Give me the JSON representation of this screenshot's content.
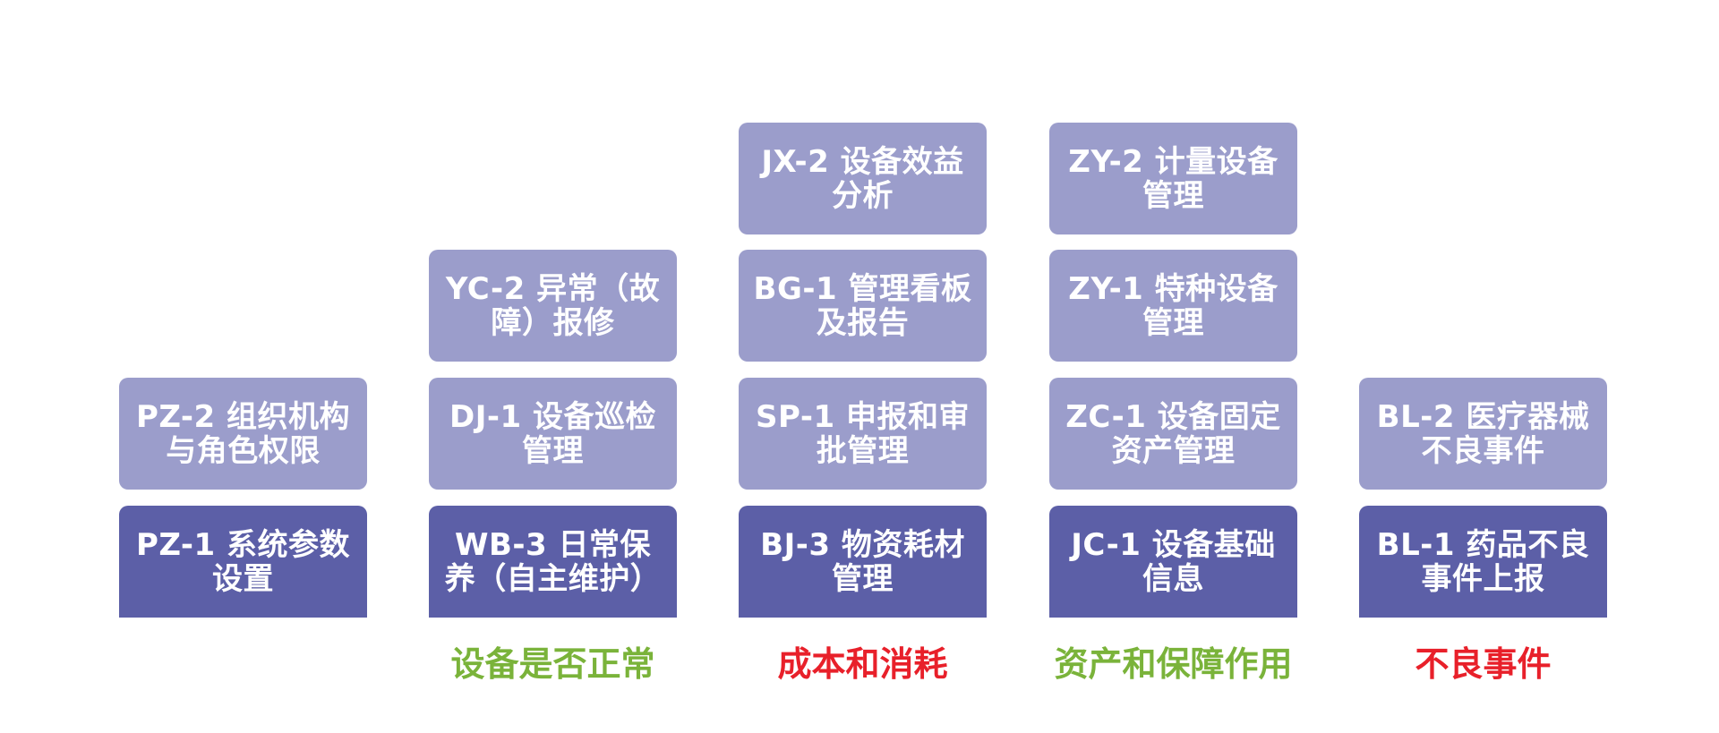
{
  "columns": [
    {
      "boxes": [
        {
          "label": "PZ-2 组织机构与角色权限",
          "style": "light"
        },
        {
          "label": "PZ-1 系统参数设置",
          "style": "dark"
        }
      ],
      "caption": {
        "text": "",
        "color": "#7ab33a"
      }
    },
    {
      "boxes": [
        {
          "label": "YC-2 异常（故障）报修",
          "style": "light"
        },
        {
          "label": "DJ-1 设备巡检管理",
          "style": "light"
        },
        {
          "label": "WB-3 日常保养（自主维护）",
          "style": "dark"
        }
      ],
      "caption": {
        "text": "设备是否正常",
        "color": "#7ab33a"
      }
    },
    {
      "boxes": [
        {
          "label": "JX-2 设备效益分析",
          "style": "light"
        },
        {
          "label": "BG-1 管理看板及报告",
          "style": "light"
        },
        {
          "label": "SP-1 申报和审批管理",
          "style": "light"
        },
        {
          "label": "BJ-3 物资耗材管理",
          "style": "dark"
        }
      ],
      "caption": {
        "text": "成本和消耗",
        "color": "#e8202a"
      }
    },
    {
      "boxes": [
        {
          "label": "ZY-2 计量设备管理",
          "style": "light"
        },
        {
          "label": "ZY-1 特种设备管理",
          "style": "light"
        },
        {
          "label": "ZC-1 设备固定资产管理",
          "style": "light"
        },
        {
          "label": "JC-1 设备基础信息",
          "style": "dark"
        }
      ],
      "caption": {
        "text": "资产和保障作用",
        "color": "#7ab33a"
      }
    },
    {
      "boxes": [
        {
          "label": "BL-2 医疗器械不良事件",
          "style": "light"
        },
        {
          "label": "BL-1 药品不良事件上报",
          "style": "dark"
        }
      ],
      "caption": {
        "text": "不良事件",
        "color": "#e8202a"
      }
    }
  ],
  "colors": {
    "light_box": "#9b9dcb",
    "dark_box": "#5c5fa7",
    "caption_green": "#7ab33a",
    "caption_red": "#e8202a"
  }
}
